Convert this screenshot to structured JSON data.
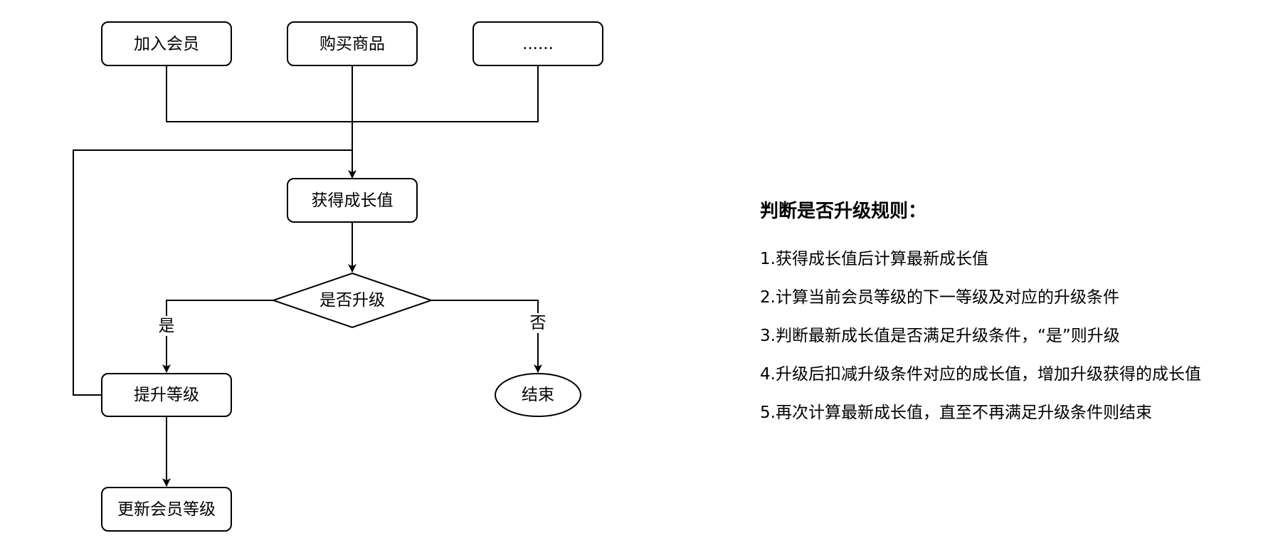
{
  "diagram": {
    "nodes": {
      "join_member": "加入会员",
      "buy_goods": "购买商品",
      "more": "......",
      "gain_growth": "获得成长值",
      "upgrade_decision": "是否升级",
      "upgrade_level": "提升等级",
      "end": "结束",
      "update_level": "更新会员等级"
    },
    "edges": {
      "yes": "是",
      "no": "否"
    }
  },
  "rules": {
    "title": "判断是否升级规则：",
    "items": [
      "1.获得成长值后计算最新成长值",
      "2.计算当前会员等级的下一等级及对应的升级条件",
      "3.判断最新成长值是否满足升级条件，“是”则升级",
      "4.升级后扣减升级条件对应的成长值，增加升级获得的成长值",
      "5.再次计算最新成长值，直至不再满足升级条件则结束"
    ]
  }
}
